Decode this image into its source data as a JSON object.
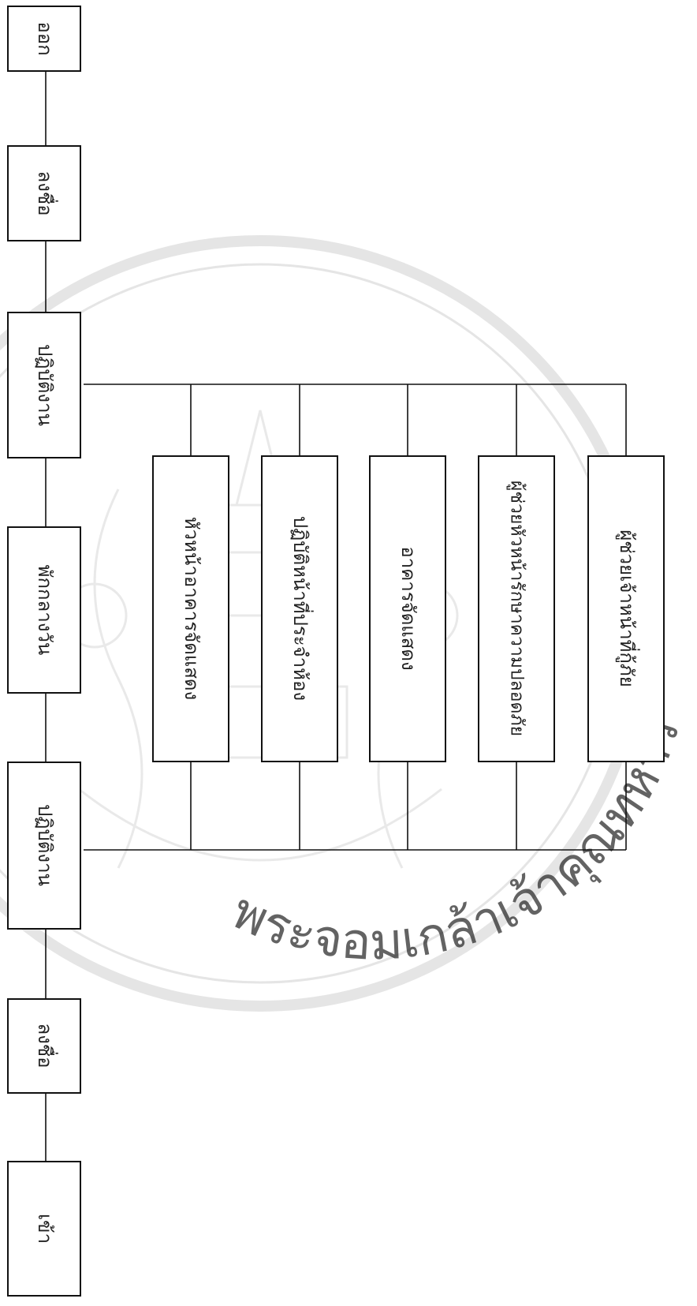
{
  "flow": {
    "enter": "เข้า",
    "sign_in": "ลงชื่อ",
    "work_morning": "ปฏิบัติงาน",
    "lunch_break": "พักกลางวัน",
    "work_afternoon": "ปฏิบัติงาน",
    "sign_out": "ลงชื่อ",
    "exit": "ออก"
  },
  "tasks": [
    "หัวหน้าอาคารจัดแสดง",
    "ปฏิบัติหน้าที่ประจำห้อง",
    "อาคารจัดแสดง",
    "ผู้ช่วยหัวหน้ารักษาความปลอดภัย",
    "ผู้ช่วยเจ้าหน้าที่กู้ภัย"
  ],
  "watermark": {
    "text": "พระจอมเกล้าเจ้าคุณทหาร"
  },
  "colors": {
    "line": "#111111",
    "watermark": "#cfcfcf"
  }
}
